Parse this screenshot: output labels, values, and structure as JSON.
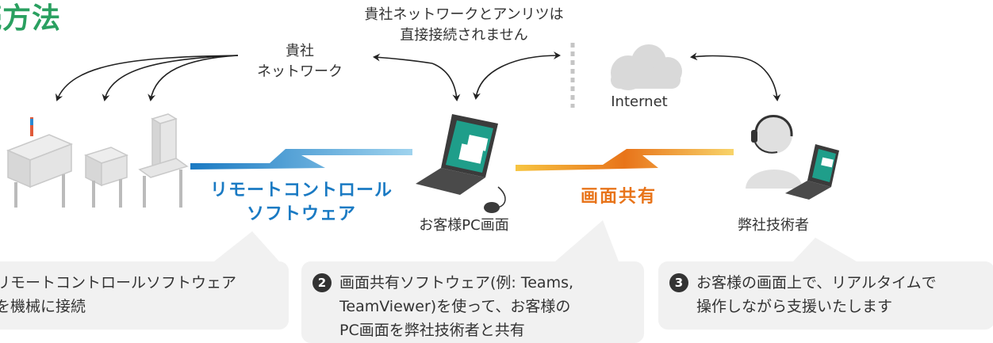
{
  "title": "続方法",
  "top_note": {
    "line1": "貴社ネットワークとアンリツは",
    "line2": "直接接続されません"
  },
  "company_network": {
    "line1": "貴社",
    "line2": "ネットワーク"
  },
  "internet_label": "Internet",
  "remote_software": {
    "line1": "リモートコントロール",
    "line2": "ソフトウェア"
  },
  "screen_share_label": "画面共有",
  "customer_pc_label": "お客様PC画面",
  "engineer_label": "弊社技術者",
  "steps": [
    {
      "number": "",
      "line1": "リモートコントロールソフトウェア",
      "line2": "を機械に接続"
    },
    {
      "number": "2",
      "line1": "画面共有ソフトウェア(例: Teams,",
      "line2": "TeamViewer)を使って、お客様の",
      "line3": "PC画面を弊社技術者と共有"
    },
    {
      "number": "3",
      "line1": "お客様の画面上で、リアルタイムで",
      "line2": "操作しながら支援いたします"
    }
  ],
  "colors": {
    "title": "#2aa060",
    "blue": "#1a7ac3",
    "orange": "#e8741a",
    "bubble": "#f1f1f1"
  },
  "icons": [
    "inspection-machines-icon",
    "laptop-icon",
    "cloud-icon",
    "operator-headset-icon",
    "mouse-icon"
  ]
}
